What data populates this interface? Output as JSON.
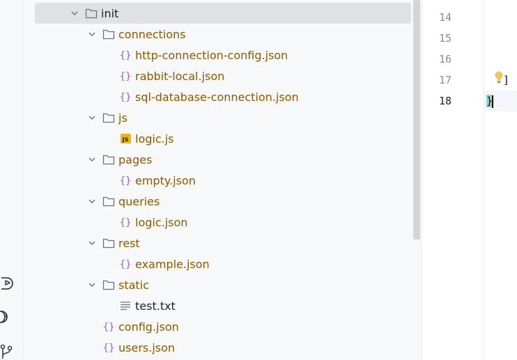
{
  "tree": {
    "items": [
      {
        "label": "init",
        "kind": "folder",
        "expanded": true,
        "selected": true
      },
      {
        "label": "connections",
        "kind": "folder",
        "expanded": true
      },
      {
        "label": "http-connection-config.json",
        "kind": "json"
      },
      {
        "label": "rabbit-local.json",
        "kind": "json"
      },
      {
        "label": "sql-database-connection.json",
        "kind": "json"
      },
      {
        "label": "js",
        "kind": "folder",
        "expanded": true
      },
      {
        "label": "logic.js",
        "kind": "js"
      },
      {
        "label": "pages",
        "kind": "folder",
        "expanded": true
      },
      {
        "label": "empty.json",
        "kind": "json"
      },
      {
        "label": "queries",
        "kind": "folder",
        "expanded": true
      },
      {
        "label": "logic.json",
        "kind": "json"
      },
      {
        "label": "rest",
        "kind": "folder",
        "expanded": true
      },
      {
        "label": "example.json",
        "kind": "json"
      },
      {
        "label": "static",
        "kind": "folder",
        "expanded": true
      },
      {
        "label": "test.txt",
        "kind": "text"
      },
      {
        "label": "config.json",
        "kind": "json"
      },
      {
        "label": "users.json",
        "kind": "json"
      }
    ],
    "js_badge": "JS"
  },
  "editor": {
    "lines": [
      {
        "number": "14",
        "code": ""
      },
      {
        "number": "15",
        "code": ""
      },
      {
        "number": "16",
        "code": ""
      },
      {
        "number": "17",
        "code": "]"
      },
      {
        "number": "18",
        "code": "}"
      }
    ],
    "current_line": "18"
  },
  "colors": {
    "folder_stroke": "#6c707e",
    "json_brace": "#9b5de5",
    "bulb": "#f2c55c"
  },
  "icons": {
    "strip": [
      "run-debug-icon",
      "problems-icon",
      "git-branch-icon"
    ]
  }
}
